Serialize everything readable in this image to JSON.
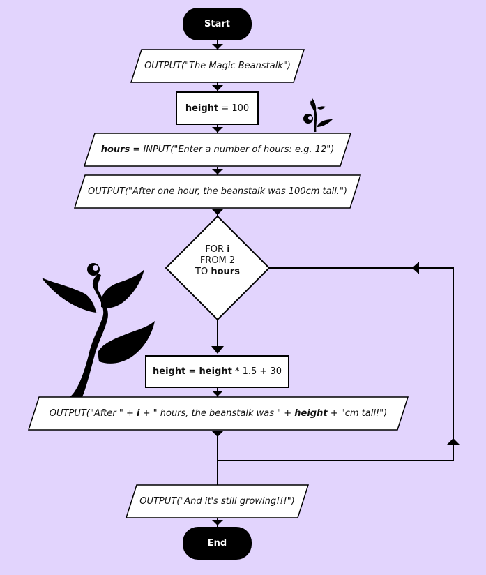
{
  "flowchart": {
    "start": "Start",
    "end": "End",
    "out_title": {
      "a": "OUTPUT(\"The Magic Beanstalk\")"
    },
    "set_height": {
      "v": "height",
      "rest": " = 100"
    },
    "input_hours": {
      "v": "hours",
      "rest": " = INPUT(\"Enter a number of hours: e.g. 12\")"
    },
    "out_first": {
      "a": "OUTPUT(\"After one hour, the beanstalk was 100cm tall.\")"
    },
    "loop": {
      "l1": "FOR ",
      "v1": "i",
      "l2": "FROM 2",
      "l3": "TO ",
      "v3": "hours"
    },
    "update": {
      "v1": "height",
      "mid": " = ",
      "v2": "height",
      "rest": " * 1.5 + 30"
    },
    "out_loop": {
      "p1": "OUTPUT(\"After \" + ",
      "v1": "i",
      "p2": " + \" hours, the beanstalk was \" + ",
      "v2": "height",
      "p3": " + \"cm tall!\")"
    },
    "out_final": {
      "a": "OUTPUT(\"And it's still growing!!!\")"
    }
  },
  "colors": {
    "background": "#e2d4fd",
    "shape_fill": "#ffffff",
    "ink": "#000000"
  },
  "decorations": [
    "small-sprout-icon",
    "beanstalk-plant-icon"
  ]
}
